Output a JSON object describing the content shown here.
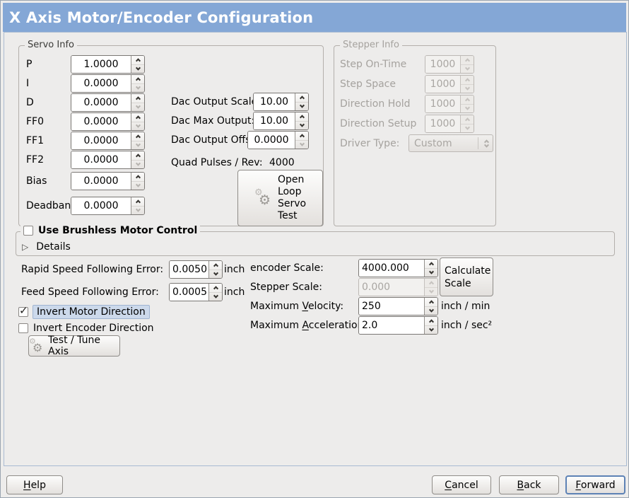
{
  "window": {
    "title": "X Axis Motor/Encoder Configuration"
  },
  "colors": {
    "titlebar": "#84a7d6",
    "background": "#edeceb",
    "focus_highlight": "#ccd9eb",
    "disabled_text": "#a9a6a2"
  },
  "servo_info": {
    "title": "Servo Info",
    "fields": [
      {
        "label": "P",
        "value": "1.0000"
      },
      {
        "label": "I",
        "value": "0.0000"
      },
      {
        "label": "D",
        "value": "0.0000"
      },
      {
        "label": "FF0",
        "value": "0.0000"
      },
      {
        "label": "FF1",
        "value": "0.0000"
      },
      {
        "label": "FF2",
        "value": "0.0000"
      },
      {
        "label": "Bias",
        "value": "0.0000"
      },
      {
        "label": "Deadband",
        "value": "0.0000"
      }
    ]
  },
  "dac": {
    "rows": [
      {
        "label": "Dac Output Scale:",
        "value": "10.00"
      },
      {
        "label": "Dac Max Output:",
        "value": "10.00"
      },
      {
        "label": "Dac Output Offset:",
        "value": "0.0000"
      }
    ],
    "quad_label": "Quad Pulses / Rev:",
    "quad_value": "4000",
    "open_loop_button": "Open\nLoop\nServo\nTest"
  },
  "stepper_info": {
    "title": "Stepper Info",
    "fields": [
      {
        "label": "Step On-Time",
        "value": "1000"
      },
      {
        "label": "Step Space",
        "value": "1000"
      },
      {
        "label": "Direction Hold",
        "value": "1000"
      },
      {
        "label": "Direction Setup",
        "value": "1000"
      }
    ],
    "driver_type_label": "Driver Type:",
    "driver_type_value": "Custom"
  },
  "brushless": {
    "label": "Use Brushless Motor Control",
    "checked": false,
    "details_label": "Details",
    "expanded": false
  },
  "following_errors": [
    {
      "label": "Rapid Speed Following Error:",
      "value": "0.0050",
      "unit": "inch"
    },
    {
      "label": "Feed Speed Following Error:",
      "value": "0.0005",
      "unit": "inch"
    }
  ],
  "scaling": {
    "encoder_label": "encoder Scale:",
    "encoder_value": "4000.000",
    "stepper_label": "Stepper Scale:",
    "stepper_value": "0.000",
    "calculate_button": "Calculate\nScale",
    "max_velocity": {
      "pre": "Maximum ",
      "mn": "V",
      "post": "elocity:",
      "value": "250",
      "unit": "inch / min"
    },
    "max_acceleration": {
      "pre": "Maximum ",
      "mn": "A",
      "post": "cceleration:",
      "value": "2.0",
      "unit": "inch / sec²"
    }
  },
  "inverts": {
    "motor": {
      "label": "Invert Motor Direction",
      "checked": true
    },
    "encoder": {
      "label": "Invert Encoder Direction",
      "checked": false
    }
  },
  "test_tune_button": "Test / Tune Axis",
  "footer": {
    "help": {
      "mn": "H",
      "post": "elp"
    },
    "cancel": {
      "mn": "C",
      "post": "ancel"
    },
    "back": {
      "mn": "B",
      "post": "ack"
    },
    "forward": {
      "mn": "F",
      "post": "orward"
    }
  },
  "icons": {
    "check": "✓",
    "expander_collapsed": "▷",
    "gear": "⚙"
  }
}
